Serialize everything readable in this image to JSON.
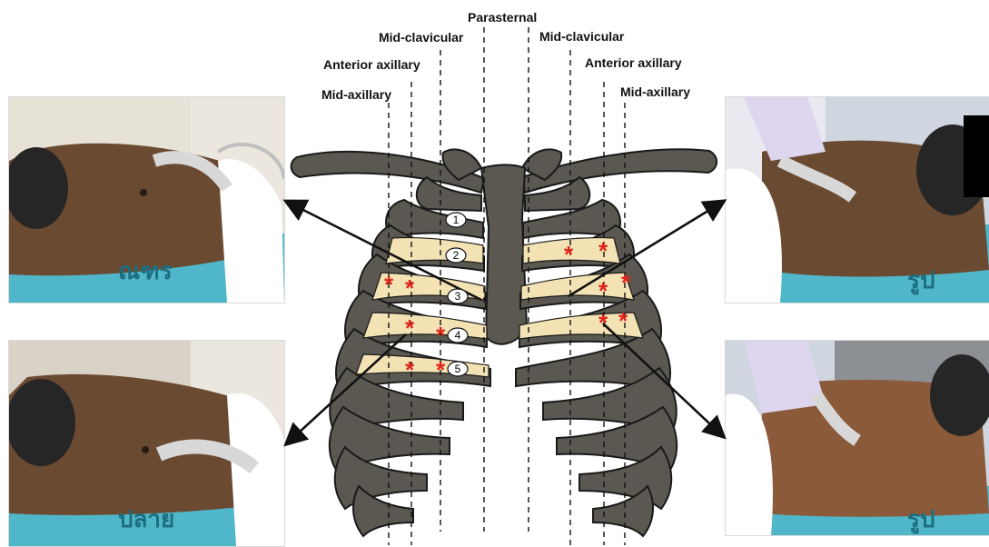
{
  "labels": {
    "parasternal": "Parasternal",
    "mid_clavicular_right": "Mid-clavicular",
    "mid_clavicular_left": "Mid-clavicular",
    "anterior_axillary_right": "Anterior axillary",
    "anterior_axillary_left": "Anterior axillary",
    "mid_axillary_right": "Mid-axillary",
    "mid_axillary_left": "Mid-axillary"
  },
  "intercostal_spaces": [
    "1",
    "2",
    "3",
    "4",
    "5"
  ],
  "photos": {
    "top_left": "patient-probe-photo",
    "bottom_left": "patient-probe-photo",
    "top_right": "patient-probe-photo",
    "bottom_right": "patient-probe-photo"
  },
  "colors": {
    "rib": "#5a5851",
    "rib_outline": "#1a1a1a",
    "intercostal_highlight": "#f3e2b3",
    "marker": "#e0241b",
    "arrow": "#111111",
    "bed_sheet": "#4fb7c9",
    "skin": "#6b4a32"
  }
}
